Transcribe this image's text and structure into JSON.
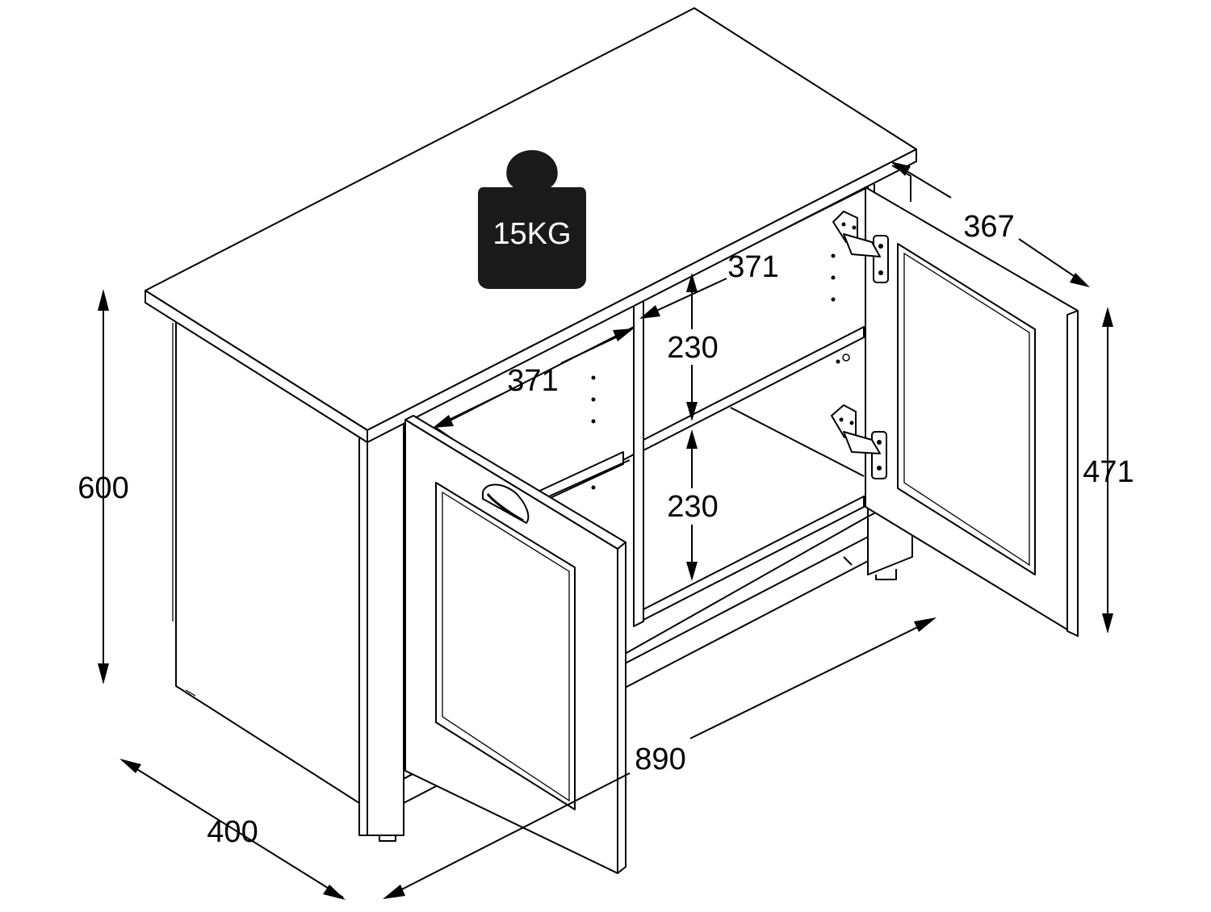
{
  "weight_label": "15KG",
  "dimensions": {
    "total_height": "600",
    "depth": "400",
    "width": "890",
    "door_height": "471",
    "right_top_depth": "367",
    "upper_shelf_depth": "371",
    "lower_shelf_depth": "371",
    "upper_compartment_height": "230",
    "lower_compartment_height": "230"
  },
  "icons": {
    "weight": "weight-icon",
    "handle": "cup-handle-icon",
    "hinge": "hinge-icon"
  },
  "colors": {
    "line": "#000000",
    "background": "#ffffff",
    "weight_fill": "#1a1a1a"
  }
}
